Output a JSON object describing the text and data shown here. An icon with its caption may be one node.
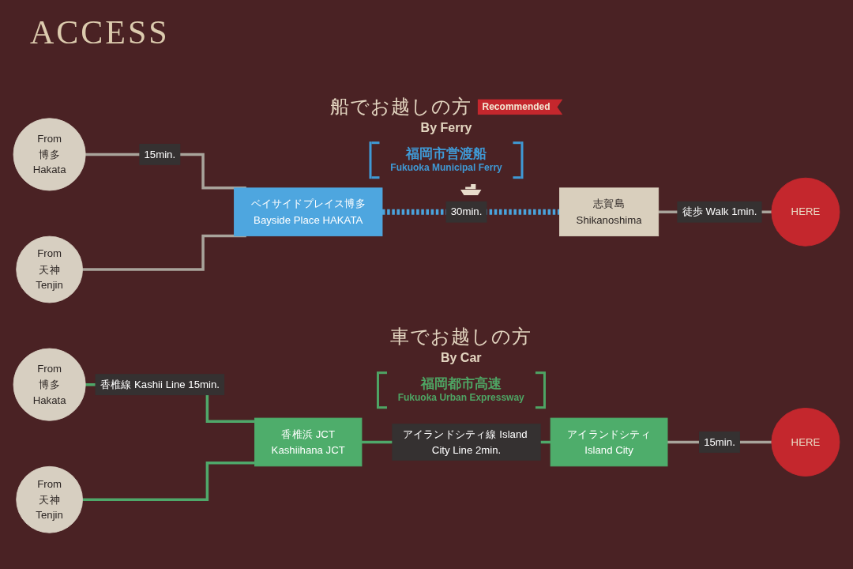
{
  "diagram": {
    "title": "ACCESS",
    "nodes": [
      {
        "text": [
          "From",
          "博多",
          "Hakata"
        ]
      },
      {
        "text": [
          "From",
          "天神",
          "Tenjin"
        ]
      },
      {
        "text": [
          "ベイサイドプレイス博多",
          "Bayside Place HAKATA"
        ]
      },
      {
        "text": [
          "志賀島",
          "Shikanoshima"
        ]
      },
      {
        "text": [
          "HERE"
        ]
      },
      {
        "text": [
          "From",
          "博多",
          "Hakata"
        ]
      },
      {
        "text": [
          "From",
          "天神",
          "Tenjin"
        ]
      },
      {
        "text": [
          "香椎浜 JCT",
          "Kashiihana JCT"
        ]
      },
      {
        "text": [
          "アイランドシティ",
          "Island City"
        ]
      },
      {
        "text": [
          "HERE"
        ]
      }
    ],
    "edges": [
      {
        "from": 0,
        "to": 2,
        "arrow": "none",
        "label": "15min."
      },
      {
        "from": 1,
        "to": 2,
        "arrow": "none"
      },
      {
        "from": 2,
        "to": 3,
        "arrow": "none",
        "label": "30min.",
        "style": "dashed",
        "color": "#4aa3dc"
      },
      {
        "from": 3,
        "to": 4,
        "arrow": "none",
        "label": "徒歩 Walk 1min."
      },
      {
        "from": 5,
        "to": 7,
        "arrow": "none",
        "label": "香椎線 Kashii Line 15min.",
        "color": "#4fa86a"
      },
      {
        "from": 6,
        "to": 7,
        "arrow": "none",
        "color": "#4fa86a"
      },
      {
        "from": 7,
        "to": 8,
        "arrow": "none",
        "label": "アイランドシティ線 Island City Line 2min.",
        "color": "#4fa86a"
      },
      {
        "from": 8,
        "to": 9,
        "arrow": "none",
        "label": "15min."
      }
    ],
    "labels": [
      "船でお越しの方",
      "Recommended",
      "By Ferry",
      "福岡市営渡船",
      "Fukuoka Municipal Ferry",
      "車でお越しの方",
      "By Car",
      "福岡都市高速",
      "Fukuoka Urban Expressway"
    ]
  }
}
